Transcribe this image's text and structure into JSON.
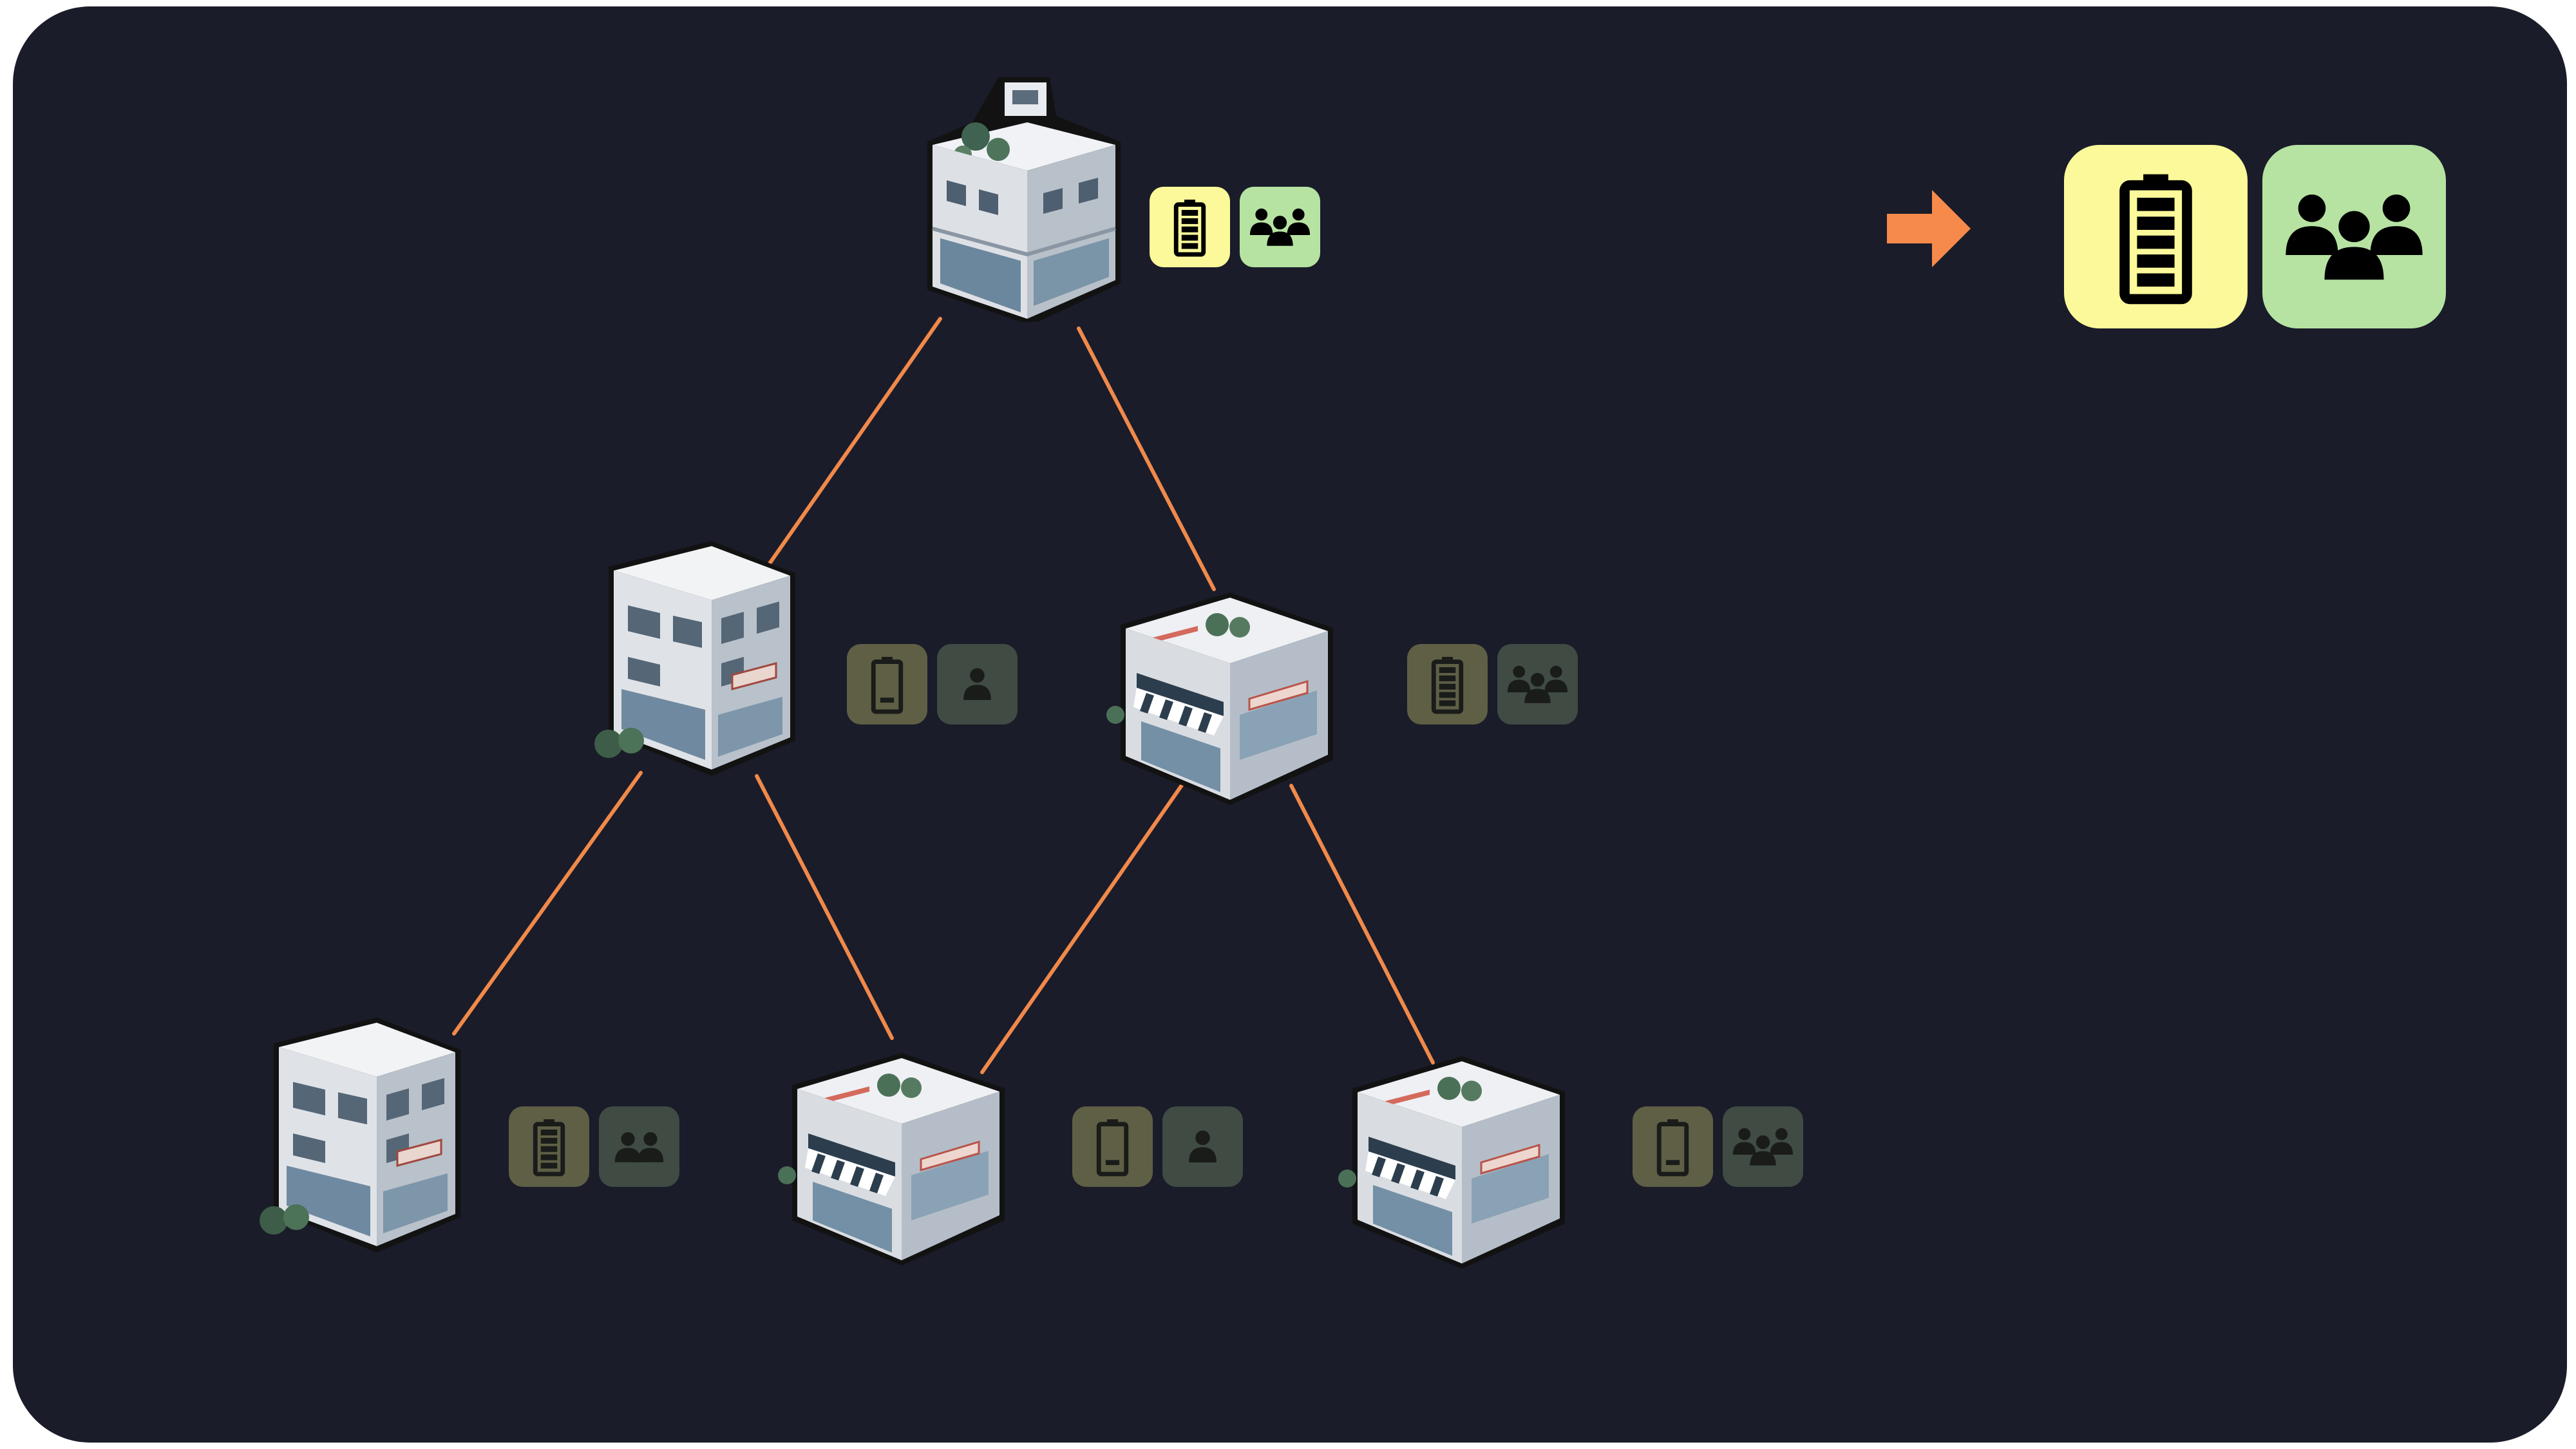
{
  "colors": {
    "background": "#1a1c29",
    "edge": "#f0894a",
    "arrow": "#f58a4b",
    "battery_active": "#fbf99a",
    "people_active": "#b6e3a2",
    "battery_dim": "#5f5f45",
    "people_dim": "#3f4b43",
    "icon_active": "#000000",
    "icon_dim": "#1a1c1a"
  },
  "legend": {
    "arrow_icon": "arrow-right-icon",
    "battery_icon": "battery-full-icon",
    "people_icon": "people-group-icon"
  },
  "nodes": [
    {
      "id": "root",
      "level": 0,
      "building": "tower-building",
      "battery": "full",
      "people": "group",
      "active": true
    },
    {
      "id": "mid-left",
      "level": 1,
      "building": "office-building",
      "battery": "empty",
      "people": "single",
      "active": false
    },
    {
      "id": "mid-right",
      "level": 1,
      "building": "shop-building",
      "battery": "full",
      "people": "group",
      "active": false
    },
    {
      "id": "leaf-1",
      "level": 2,
      "building": "office-building",
      "battery": "full",
      "people": "pair",
      "active": false
    },
    {
      "id": "leaf-2",
      "level": 2,
      "building": "shop-building",
      "battery": "empty",
      "people": "single",
      "active": false
    },
    {
      "id": "leaf-3",
      "level": 2,
      "building": "shop-building",
      "battery": "empty",
      "people": "group",
      "active": false
    }
  ],
  "edges": [
    [
      "root",
      "mid-left"
    ],
    [
      "root",
      "mid-right"
    ],
    [
      "mid-left",
      "leaf-1"
    ],
    [
      "mid-left",
      "leaf-2"
    ],
    [
      "mid-right",
      "leaf-2"
    ],
    [
      "mid-right",
      "leaf-3"
    ]
  ]
}
